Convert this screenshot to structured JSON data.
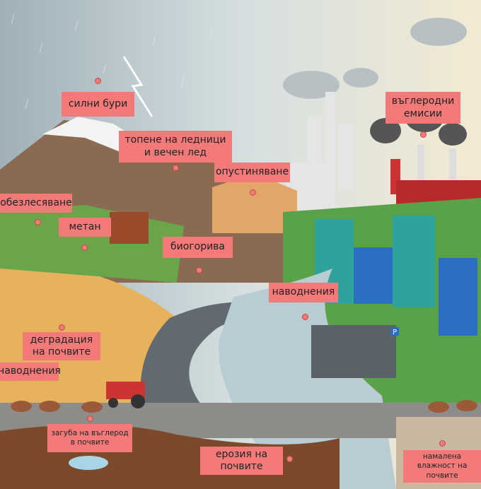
{
  "labels": {
    "storms": "силни бури",
    "glaciers": "топене на ледници и вечен лед",
    "desertification": "опустиняване",
    "carbon_emissions": "въглеродни емисии",
    "deforestation": "обезлесяване",
    "methane": "метан",
    "biofuels": "биогорива",
    "floods_city": "наводнения",
    "soil_degradation": "деградация на почвите",
    "floods_farm": "наводнения",
    "soil_carbon_loss": "загуба на въглерод в почвите",
    "soil_erosion": "ерозия на почвите",
    "soil_moisture": "намалена влажност на почвите"
  },
  "parking_sign": "P",
  "colors": {
    "label": "#f47a7a",
    "soil": "#7a4a2a",
    "water": "#b9cbd3",
    "field": "#e6b25c"
  }
}
